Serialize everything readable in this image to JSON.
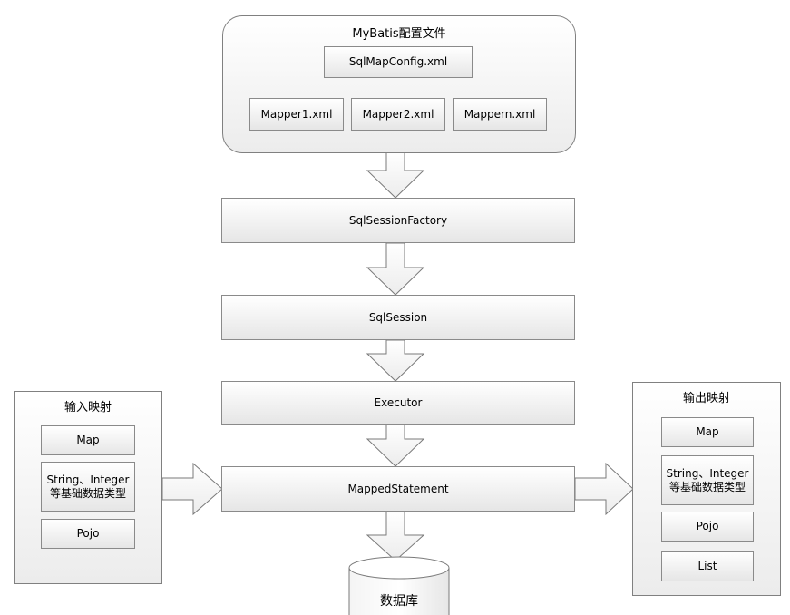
{
  "config": {
    "title": "MyBatis配置文件",
    "main_file": "SqlMapConfig.xml",
    "mappers": [
      "Mapper1.xml",
      "Mapper2.xml",
      "Mappern.xml"
    ]
  },
  "flow": {
    "factory": "SqlSessionFactory",
    "session": "SqlSession",
    "executor": "Executor",
    "statement": "MappedStatement",
    "database": "数据库"
  },
  "input_mapping": {
    "title": "输入映射",
    "items": [
      "Map",
      "String、Integer等基础数据类型",
      "Pojo"
    ]
  },
  "output_mapping": {
    "title": "输出映射",
    "items": [
      "Map",
      "String、Integer等基础数据类型",
      "Pojo",
      "List"
    ]
  }
}
